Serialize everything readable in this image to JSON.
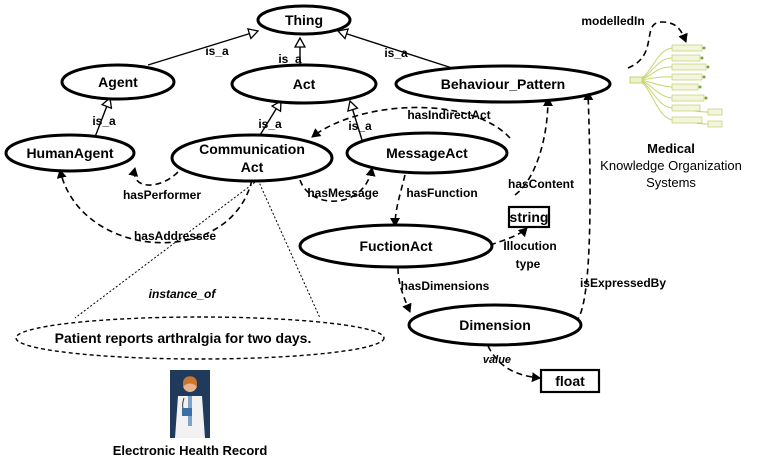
{
  "nodes": {
    "thing": "Thing",
    "agent": "Agent",
    "act": "Act",
    "behaviour_pattern": "Behaviour_Pattern",
    "human_agent": "HumanAgent",
    "communication_act_line1": "Communication",
    "communication_act_line2": "Act",
    "message_act": "MessageAct",
    "fuction_act": "FuctionAct",
    "dimension": "Dimension",
    "string": "string",
    "float": "float",
    "patient_statement": "Patient reports arthralgia for two days."
  },
  "edges": {
    "is_a_agent": "is_a",
    "is_a_act": "is_a",
    "is_a_behaviour": "is_a",
    "is_a_human": "is_a",
    "is_a_comm": "is_a",
    "is_a_message": "is_a",
    "has_indirect_act": "hasIndirectAct",
    "has_performer": "hasPerformer",
    "has_message": "hasMessage",
    "has_function": "hasFunction",
    "has_content": "hasContent",
    "has_addressee": "hasAddressee",
    "illocution_type_line1": "Illocution",
    "illocution_type_line2": "type",
    "has_dimensions": "hasDimensions",
    "is_expressed_by": "isExpressedBy",
    "modelled_in": "modelledIn",
    "instance_of": "instance_of",
    "value": "value"
  },
  "side_panel": {
    "title": "Medical",
    "line2": "Knowledge Organization",
    "line3": "Systems"
  },
  "footer_caption": "Electronic Health Record",
  "colors": {
    "stroke": "#000000",
    "tree_accent": "#c8d66a",
    "doctor_bg": "#1f3a5a"
  }
}
